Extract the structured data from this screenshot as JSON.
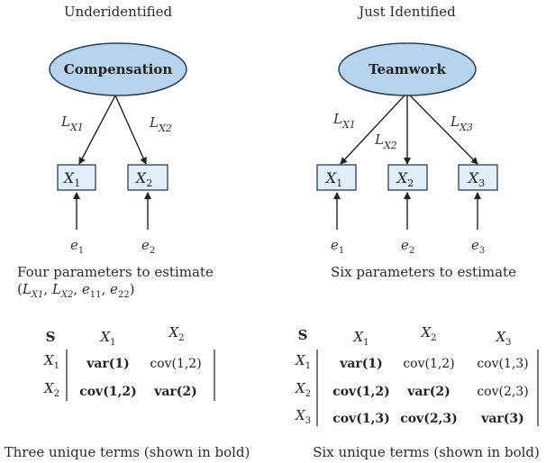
{
  "left": {
    "title": "Underidentified",
    "factor": "Compensation",
    "loadings": [
      "L",
      "L"
    ],
    "loading_subs": [
      "X1",
      "X2"
    ],
    "indicators": [
      "X",
      "X"
    ],
    "indicator_subs": [
      "1",
      "2"
    ],
    "errors": [
      "e",
      "e"
    ],
    "error_subs": [
      "1",
      "2"
    ],
    "caption_line1": "Four parameters to estimate",
    "caption_line2": "(L_X1, L_X2, e_11, e_22)",
    "matrix": {
      "corner": "S",
      "col_headers": [
        "X1",
        "X2"
      ],
      "row_headers": [
        "X1",
        "X2"
      ],
      "rows": [
        [
          "var(1)",
          "cov(1,2)"
        ],
        [
          "cov(1,2)",
          "var(2)"
        ]
      ]
    },
    "footer": "Three unique terms (shown in bold)"
  },
  "right": {
    "title": "Just Identified",
    "factor": "Teamwork",
    "loadings": [
      "L",
      "L",
      "L"
    ],
    "loading_subs": [
      "X1",
      "X2",
      "X3"
    ],
    "indicators": [
      "X",
      "X",
      "X"
    ],
    "indicator_subs": [
      "1",
      "2",
      "3"
    ],
    "errors": [
      "e",
      "e",
      "e"
    ],
    "error_subs": [
      "1",
      "2",
      "3"
    ],
    "caption_line1": "Six parameters to estimate",
    "matrix": {
      "corner": "S",
      "col_headers": [
        "X1",
        "X2",
        "X3"
      ],
      "row_headers": [
        "X1",
        "X2",
        "X3"
      ],
      "rows": [
        [
          "var(1)",
          "cov(1,2)",
          "cov(1,3)"
        ],
        [
          "cov(1,2)",
          "var(2)",
          "cov(2,3)"
        ],
        [
          "cov(1,3)",
          "cov(2,3)",
          "var(3)"
        ]
      ]
    },
    "footer": "Six unique terms (shown in bold)"
  },
  "colors": {
    "ellipse_fill": "#b7d3ee",
    "ellipse_stroke": "#2b3d55",
    "box_fill": "#e2eefa",
    "box_stroke": "#2b3d55",
    "arrow": "#222222"
  }
}
